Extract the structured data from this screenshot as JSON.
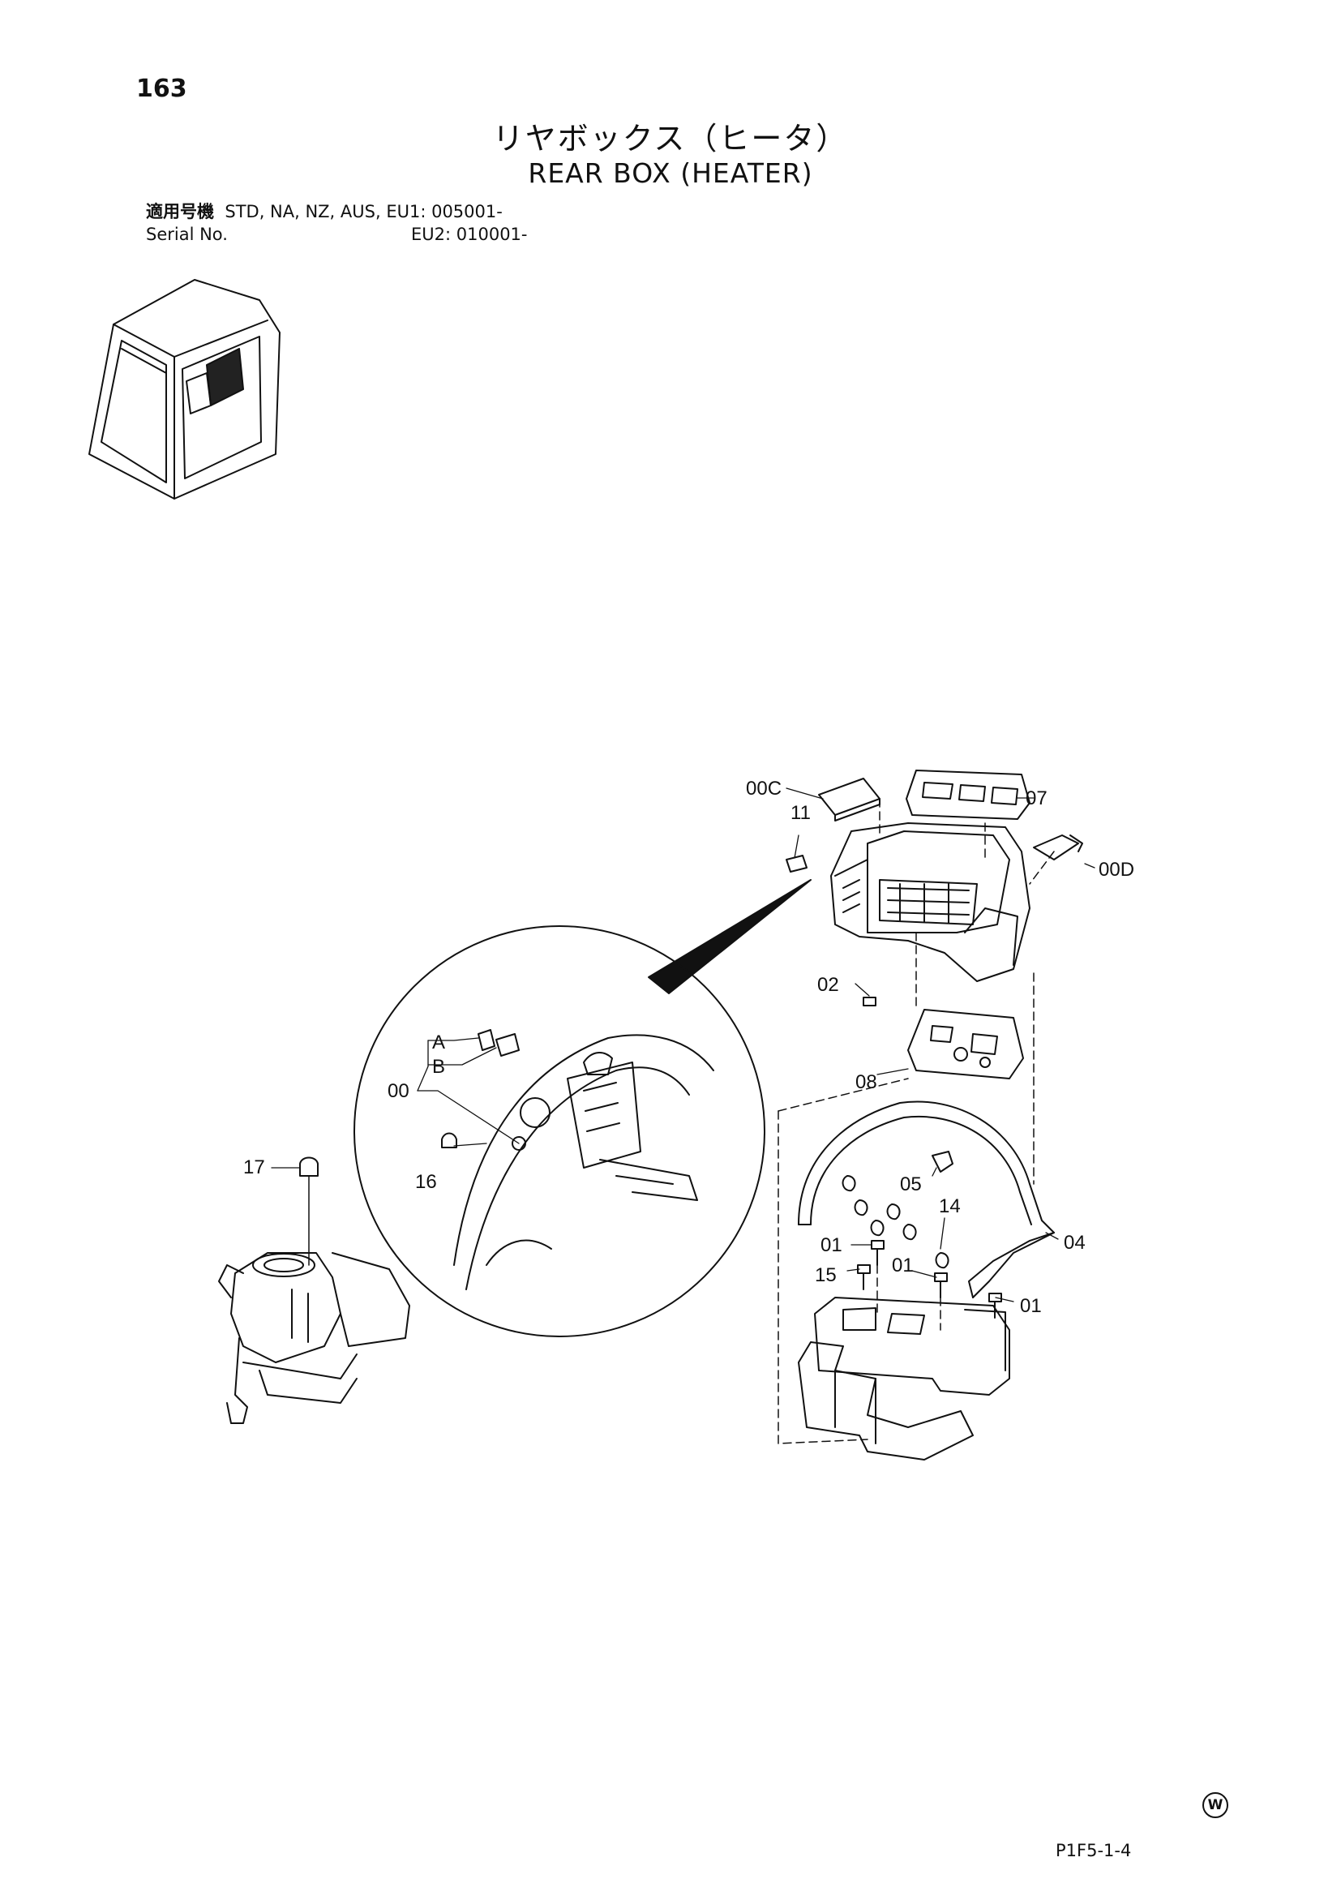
{
  "page": {
    "number": "163"
  },
  "title": {
    "ja": "リヤボックス（ヒータ）",
    "en": "REAR BOX (HEATER)"
  },
  "serial": {
    "label_ja": "適用号機",
    "label_en": "Serial No.",
    "line1": "STD, NA, NZ, AUS, EU1: 005001-",
    "line2": "EU2: 010001-"
  },
  "callouts": {
    "c00C": "00C",
    "c07": "07",
    "c11": "11",
    "c00D": "00D",
    "c02": "02",
    "c08": "08",
    "c05": "05",
    "c14": "14",
    "c01a": "01",
    "c01b": "01",
    "c01c": "01",
    "c15": "15",
    "c04": "04",
    "c17": "17",
    "cA": "A",
    "cB": "B",
    "c00": "00",
    "c16": "16"
  },
  "footer": {
    "code": "P1F5-1-4",
    "mark": "W"
  }
}
